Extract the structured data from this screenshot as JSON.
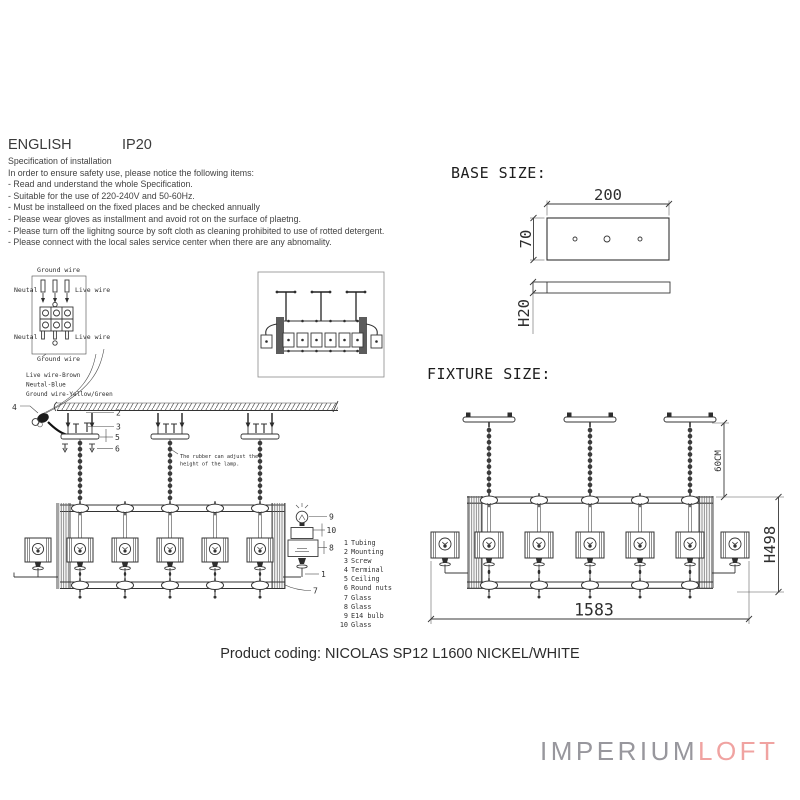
{
  "header": {
    "language": "ENGLISH",
    "ip_rating": "IP20"
  },
  "spec": {
    "title": "Specification of installation",
    "intro": "In order to ensure safety use, please notice the following items:",
    "items": [
      "- Read and understand the whole Specification.",
      "- Suitable for the use of 220-240V and 50-60Hz.",
      "- Must be installeed on the fixed places and be checked annually",
      "- Please wear gloves as installment and avoid rot on the surface of plaetng.",
      "- Please turn off the lighitng source by soft cloth as cleaning prohibited to use of rotted detergent.",
      "- Please connect with the local sales service center when there are any abnomality."
    ]
  },
  "wiring": {
    "ground_wire_top": "Ground wire",
    "neutral_top": "Neutal",
    "live_top": "Live wire",
    "neutral_bottom": "Neutal",
    "live_bottom": "Live wire",
    "ground_wire_bottom": "Ground wire",
    "legend": [
      "Live wire-Brown",
      "Neutal-Blue",
      "Ground wire-Yellow/Green"
    ]
  },
  "base_size": {
    "heading": "BASE SIZE:",
    "width": "200",
    "depth": "70",
    "height": "H20"
  },
  "fixture_size": {
    "heading": "FIXTURE SIZE:",
    "chain_length": "60CM",
    "height": "H498",
    "length": "1583"
  },
  "install_note": {
    "line1": "The rubber can adjust the",
    "line2": "height of the lamp."
  },
  "callouts": {
    "n1": "1",
    "n2": "2",
    "n3": "3",
    "n4": "4",
    "n5": "5",
    "n6": "6",
    "n7": "7",
    "n8": "8",
    "n9": "9",
    "n10": "10"
  },
  "parts": [
    {
      "n": "1",
      "label": "Tubing"
    },
    {
      "n": "2",
      "label": "Mounting"
    },
    {
      "n": "3",
      "label": "Screw"
    },
    {
      "n": "4",
      "label": "Terminal"
    },
    {
      "n": "5",
      "label": "Ceiling"
    },
    {
      "n": "6",
      "label": "Round nuts"
    },
    {
      "n": "7",
      "label": "Glass"
    },
    {
      "n": "8",
      "label": "Glass"
    },
    {
      "n": "9",
      "label": "E14 bulb"
    },
    {
      "n": "10",
      "label": "Glass"
    }
  ],
  "product": {
    "coding": "Product coding: NICOLAS SP12 L1600 NICKEL/WHITE"
  },
  "logo": {
    "part1": "IMPERIUM",
    "part2": "LOFT"
  },
  "colors": {
    "logo_gray": "#98979d",
    "logo_pink": "#f0a3a1",
    "ink": "#333333"
  }
}
